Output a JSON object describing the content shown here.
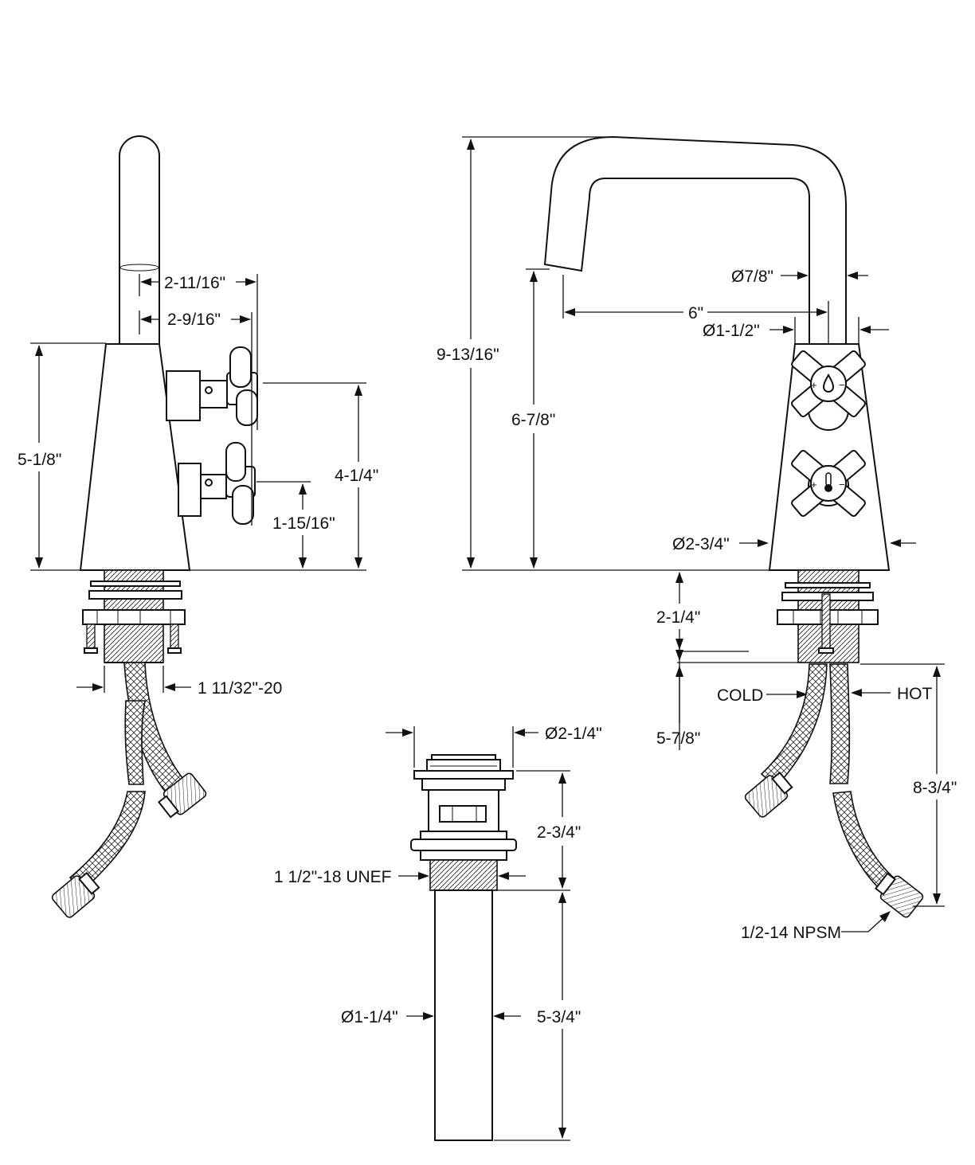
{
  "labels": {
    "side_spout_offset": "2-11/16\"",
    "side_handle_offset": "2-9/16\"",
    "side_body_height": "5-1/8\"",
    "side_upper_handle_height": "4-1/4\"",
    "side_lower_handle_height": "1-15/16\"",
    "side_shank_thread": "1 11/32\"-20",
    "front_total_height": "9-13/16\"",
    "front_spout_height": "6-7/8\"",
    "front_spout_reach": "6\"",
    "front_spout_dia": "Ø7/8\"",
    "front_neck_dia": "Ø1-1/2\"",
    "front_base_dia": "Ø2-3/4\"",
    "front_shank_length": "2-1/4\"",
    "front_cold": "COLD",
    "front_hot": "HOT",
    "front_hose_short": "5-7/8\"",
    "front_hose_long": "8-3/4\"",
    "front_hose_thread": "1/2-14 NPSM",
    "drain_cap_dia": "Ø2-1/4\"",
    "drain_body_height": "2-3/4\"",
    "drain_thread": "1 1/2\"-18 UNEF",
    "drain_tail_dia": "Ø1-1/4\"",
    "drain_tail_length": "5-3/4\""
  },
  "icons": {
    "cold_handle": "water-drop-icon",
    "hot_handle": "thermometer-icon"
  }
}
